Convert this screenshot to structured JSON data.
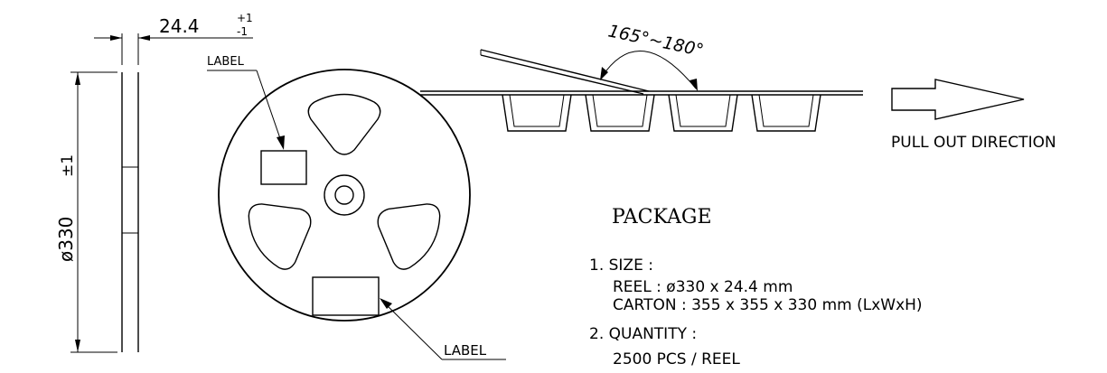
{
  "colors": {
    "line": "#000000",
    "background": "#ffffff"
  },
  "width_dim": {
    "value": "24.4",
    "tol_plus": "+1",
    "tol_minus": "-1"
  },
  "diameter_dim": {
    "value": "ø330",
    "tol": "±1"
  },
  "labels": {
    "top": "LABEL",
    "bottom": "LABEL"
  },
  "angle": {
    "text": "165°~180°"
  },
  "pull": {
    "text": "PULL OUT DIRECTION"
  },
  "package": {
    "title": "PACKAGE",
    "size_heading": "1. SIZE :",
    "reel": "REEL : ø330 x 24.4 mm",
    "carton": "CARTON : 355 x 355 x 330 mm (LxWxH)",
    "quantity_heading": "2. QUANTITY :",
    "quantity": "2500 PCS / REEL"
  }
}
